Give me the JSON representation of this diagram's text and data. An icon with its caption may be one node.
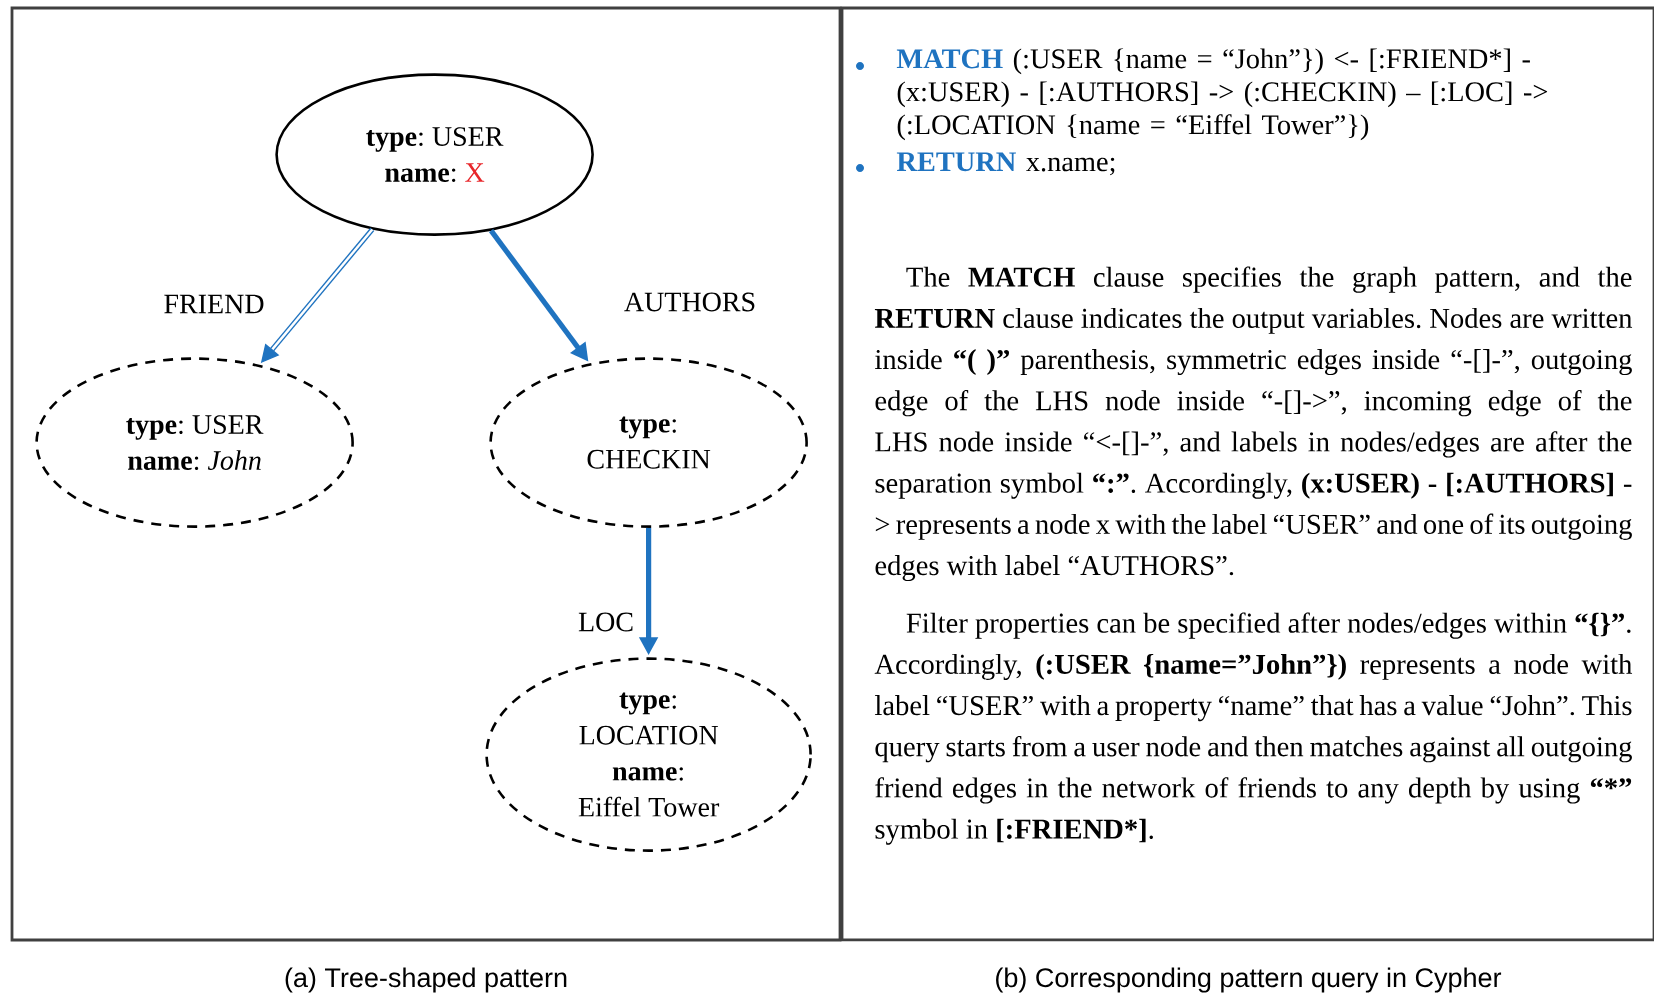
{
  "diagram": {
    "nodes": [
      {
        "text": [
          "(a) Tree-shaped pattern"
        ]
      },
      {
        "text": [
          "**type**:",
          "USER",
          "**name**:",
          "X"
        ],
        "in": 0
      },
      {
        "text": [
          "**type**:",
          "USER",
          "**name**:",
          "John"
        ],
        "in": 0
      },
      {
        "text": [
          "**type**:",
          "CHECKIN"
        ],
        "in": 0
      },
      {
        "text": [
          "**type**:",
          "LOCATION",
          "**name**:",
          "Eiffel Tower"
        ],
        "in": 0
      },
      {
        "text": [
          "**MATCH** (:USER {name = “John”}) <- [:FRIEND*] - (x:USER) - [:AUTHORS] -> (:CHECKIN) – [:LOC] -> (:LOCATION {name = “Eiffel Tower”})",
          "**RETURN** x.name;",
          "The **MATCH** clause specifies the graph pattern, and the **RETURN** clause indicates the output variables. Nodes are written inside **“( )”** parenthesis, symmetric edges inside “-[]-”, outgoing edge of the LHS node inside “-[]->”, incoming edge of the LHS node inside “<-[]-”, and labels in nodes/edges are after the separation symbol **“:”**. Accordingly, **(x:USER) - [:AUTHORS]** -> represents a node x with the label “USER” and one of its outgoing edges with label “AUTHORS”.",
          "Filter properties can be specified after nodes/edges within **“{}”**. Accordingly, **(:USER {name=”John”})** represents a node with label “USER” with a property “name” that has a value “John”. This query starts from a user node and then matches against all outgoing friend edges in the network of friends to any depth by using **“*”** symbol in **[:FRIEND*]**.",
          "(b) Corresponding pattern query in Cypher"
        ]
      }
    ],
    "edges": [
      {
        "from": 1,
        "to": 2,
        "arrow": "to",
        "label": "FRIEND"
      },
      {
        "from": 1,
        "to": 3,
        "arrow": "to",
        "label": "AUTHORS"
      },
      {
        "from": 3,
        "to": 4,
        "arrow": "to",
        "label": "LOC"
      }
    ]
  }
}
